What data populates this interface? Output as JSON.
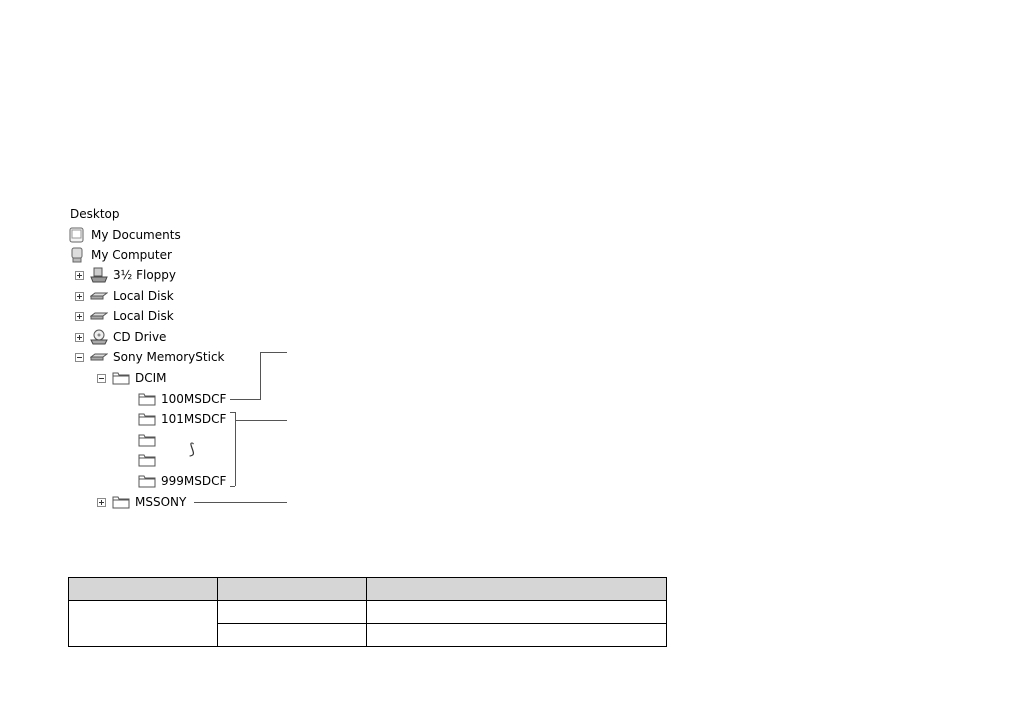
{
  "tree": {
    "root_label": "Desktop",
    "my_documents": "My Documents",
    "my_computer": "My Computer",
    "floppy": "3½ Floppy",
    "local_disk_1": "Local Disk",
    "local_disk_2": "Local Disk",
    "cd_drive": "CD Drive",
    "memory_stick": "Sony MemoryStick",
    "dcim": "DCIM",
    "folder_100": "100MSDCF",
    "folder_101": "101MSDCF",
    "folder_999": "999MSDCF",
    "mssony": "MSSONY",
    "ellipsis_mark": "⟆"
  },
  "table": {
    "headers": [
      "",
      "",
      ""
    ],
    "rows": [
      [
        "",
        "",
        ""
      ],
      [
        "",
        ""
      ]
    ]
  }
}
